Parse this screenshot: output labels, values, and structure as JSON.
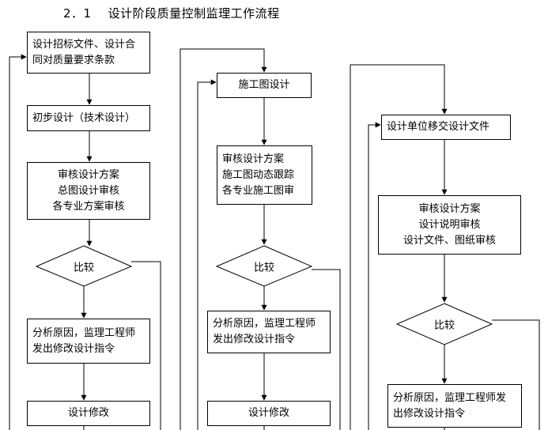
{
  "heading": {
    "number": "2．1",
    "text": "设计阶段质量控制监理工作流程"
  },
  "flows": [
    {
      "boxes": [
        {
          "lines": [
            "设计招标文件、设计合",
            "同对质量要求条款"
          ]
        },
        {
          "lines": [
            "初步设计（技术设计）"
          ]
        },
        {
          "lines": [
            "审核设计方案",
            "总图设计审核",
            "各专业方案审核"
          ]
        },
        {
          "lines": [
            "分析原因，监理工程师",
            "发出修改设计指令"
          ]
        },
        {
          "lines": [
            "设计修改"
          ]
        }
      ],
      "decision": "比较"
    },
    {
      "boxes": [
        {
          "lines": [
            "施工图设计"
          ]
        },
        {
          "lines": [
            "审核设计方案",
            "施工图动态跟踪",
            "各专业施工图审"
          ]
        },
        {
          "lines": [
            "分析原因，监理工程师",
            "发出修改设计指令"
          ]
        },
        {
          "lines": [
            "设计修改"
          ]
        }
      ],
      "decision": "比较"
    },
    {
      "boxes": [
        {
          "lines": [
            "设计单位移交设计文件"
          ]
        },
        {
          "lines": [
            "审核设计方案",
            "设计说明审核",
            "设计文件、图纸审核"
          ]
        },
        {
          "lines": [
            "分析原因，监理工程师发",
            "出修改设计指令"
          ]
        }
      ],
      "decision": "比较"
    }
  ]
}
